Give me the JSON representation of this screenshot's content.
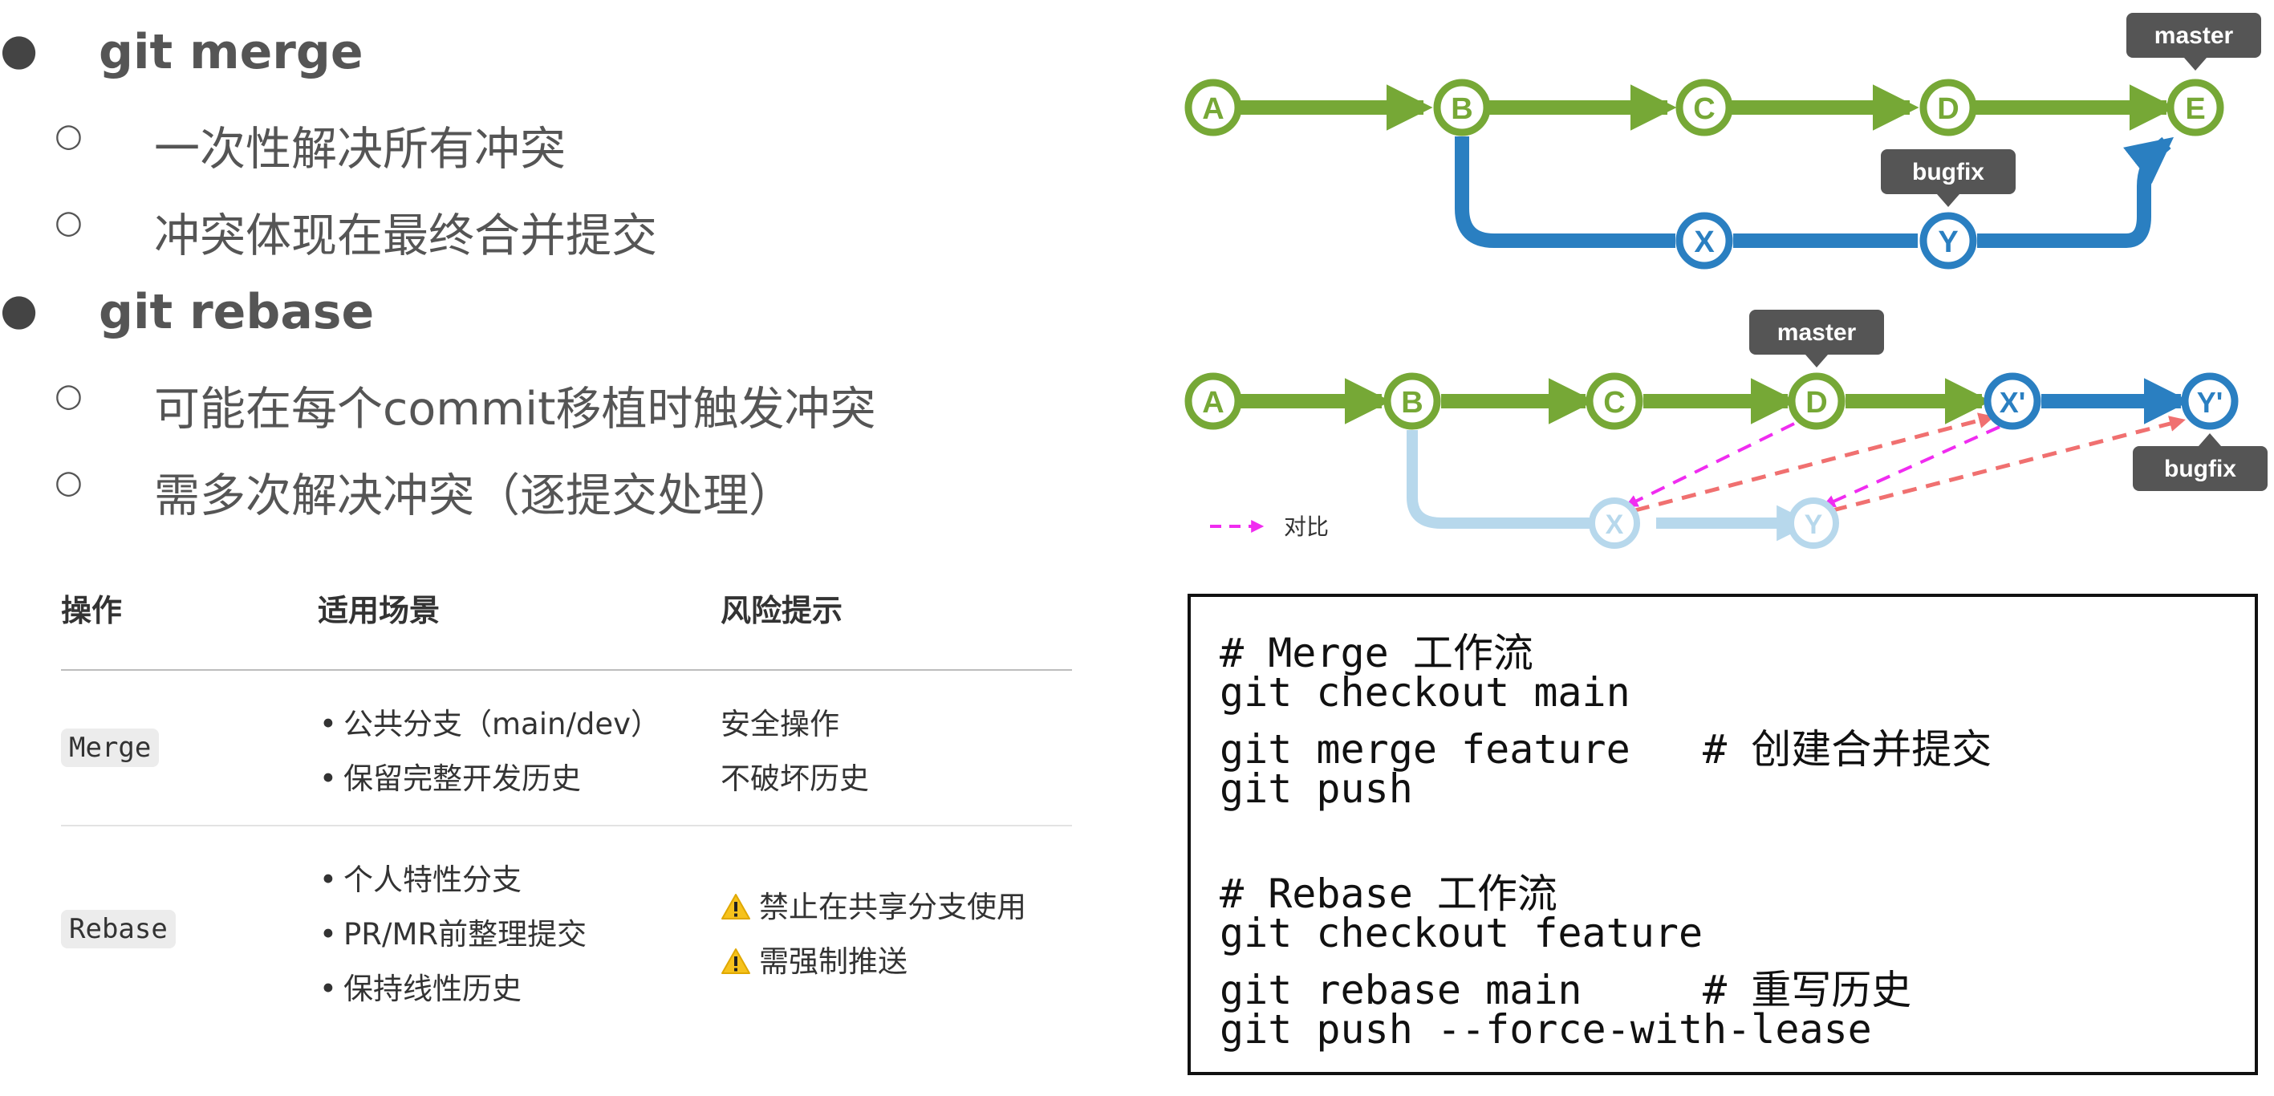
{
  "outline": [
    {
      "level": 1,
      "text": "git merge",
      "y": 0
    },
    {
      "level": 2,
      "text": "一次性解决所有冲突"
    },
    {
      "level": 2,
      "text": "冲突体现在最终合并提交"
    },
    {
      "level": 1,
      "text": "git rebase"
    },
    {
      "level": 2,
      "text": "可能在每个commit移植时触发冲突"
    },
    {
      "level": 2,
      "text": "需多次解决冲突（逐提交处理）"
    }
  ],
  "table": {
    "headers": [
      "操作",
      "适用场景",
      "风险提示"
    ],
    "rows": [
      {
        "op": "Merge",
        "scenarios": [
          "公共分支（main/dev）",
          "保留完整开发历史"
        ],
        "risks": [
          "安全操作",
          "不破坏历史"
        ],
        "warn": false
      },
      {
        "op": "Rebase",
        "scenarios": [
          "个人特性分支",
          "PR/MR前整理提交",
          "保持线性历史"
        ],
        "risks": [
          "禁止在共享分支使用",
          "需强制推送"
        ],
        "warn": true
      }
    ]
  },
  "code": [
    "# Merge 工作流",
    "git checkout main",
    "git merge feature   # 创建合并提交",
    "git push",
    "",
    "# Rebase 工作流",
    "git checkout feature",
    "git rebase main     # 重写历史",
    "git push --force-with-lease"
  ],
  "diagram": {
    "colors": {
      "main": "#76a836",
      "branch": "#2a7fc1",
      "ghost": "#b7d8ec",
      "compare": "#f02cf0",
      "dashed": "#f07070",
      "tag": "#555555"
    },
    "merge": {
      "main_nodes": [
        "A",
        "B",
        "C",
        "D",
        "E"
      ],
      "branch_nodes": [
        "X",
        "Y"
      ],
      "tags": {
        "master": "master",
        "bugfix": "bugfix"
      }
    },
    "rebase": {
      "main_nodes": [
        "A",
        "B",
        "C",
        "D"
      ],
      "rebased_nodes": [
        "X'",
        "Y'"
      ],
      "ghost_nodes": [
        "X",
        "Y"
      ],
      "tags": {
        "master": "master",
        "bugfix": "bugfix"
      },
      "legend": "对比"
    }
  }
}
